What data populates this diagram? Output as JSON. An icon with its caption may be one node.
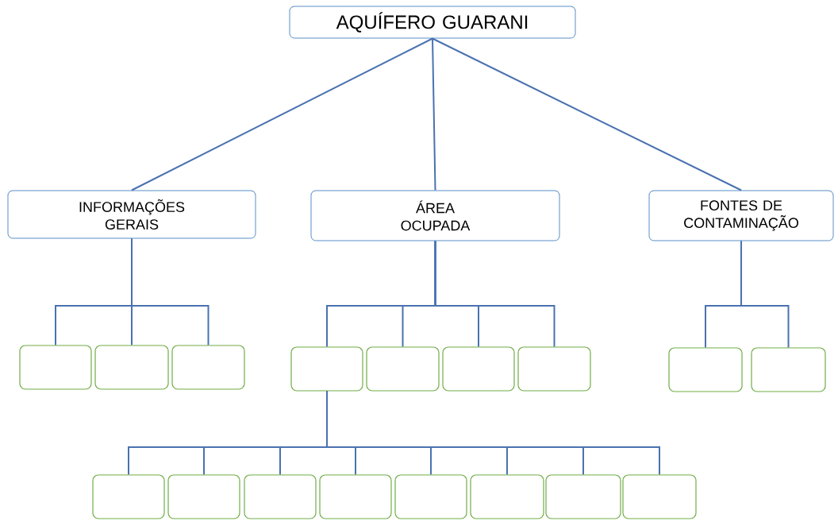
{
  "diagram": {
    "nodes": [
      {
        "text": [
          "AQUÍFERO GUARANI"
        ]
      },
      {
        "text": [
          "INFORMAÇÕES GERAIS"
        ]
      },
      {
        "text": [
          "ÁREA OCUPADA"
        ]
      },
      {
        "text": [
          "FONTES DE CONTAMINAÇÃO"
        ]
      },
      {
        "text": [],
        "shape": "box"
      },
      {
        "text": [],
        "shape": "box"
      },
      {
        "text": [],
        "shape": "box"
      },
      {
        "text": [],
        "shape": "box"
      },
      {
        "text": [],
        "shape": "box"
      },
      {
        "text": [],
        "shape": "box"
      },
      {
        "text": [],
        "shape": "box"
      },
      {
        "text": [],
        "shape": "box"
      },
      {
        "text": [],
        "shape": "box"
      },
      {
        "text": [],
        "shape": "box"
      },
      {
        "text": [],
        "shape": "box"
      },
      {
        "text": [],
        "shape": "box"
      },
      {
        "text": [],
        "shape": "box"
      },
      {
        "text": [],
        "shape": "box"
      },
      {
        "text": [],
        "shape": "box"
      },
      {
        "text": [],
        "shape": "box"
      },
      {
        "text": [],
        "shape": "box"
      }
    ],
    "edges": [
      {
        "from": 0,
        "to": 1,
        "arrow": "none"
      },
      {
        "from": 0,
        "to": 2,
        "arrow": "none"
      },
      {
        "from": 0,
        "to": 3,
        "arrow": "none"
      },
      {
        "from": 1,
        "to": 4,
        "arrow": "none"
      },
      {
        "from": 1,
        "to": 5,
        "arrow": "none"
      },
      {
        "from": 1,
        "to": 6,
        "arrow": "none"
      },
      {
        "from": 2,
        "to": 7,
        "arrow": "none"
      },
      {
        "from": 2,
        "to": 8,
        "arrow": "none"
      },
      {
        "from": 2,
        "to": 9,
        "arrow": "none"
      },
      {
        "from": 2,
        "to": 10,
        "arrow": "none"
      },
      {
        "from": 3,
        "to": 11,
        "arrow": "none"
      },
      {
        "from": 3,
        "to": 12,
        "arrow": "none"
      },
      {
        "from": 7,
        "to": 13,
        "arrow": "none"
      },
      {
        "from": 7,
        "to": 14,
        "arrow": "none"
      },
      {
        "from": 7,
        "to": 15,
        "arrow": "none"
      },
      {
        "from": 7,
        "to": 16,
        "arrow": "none"
      },
      {
        "from": 7,
        "to": 17,
        "arrow": "none"
      },
      {
        "from": 7,
        "to": 18,
        "arrow": "none"
      },
      {
        "from": 7,
        "to": 19,
        "arrow": "none"
      },
      {
        "from": 7,
        "to": 20,
        "arrow": "none"
      }
    ]
  }
}
